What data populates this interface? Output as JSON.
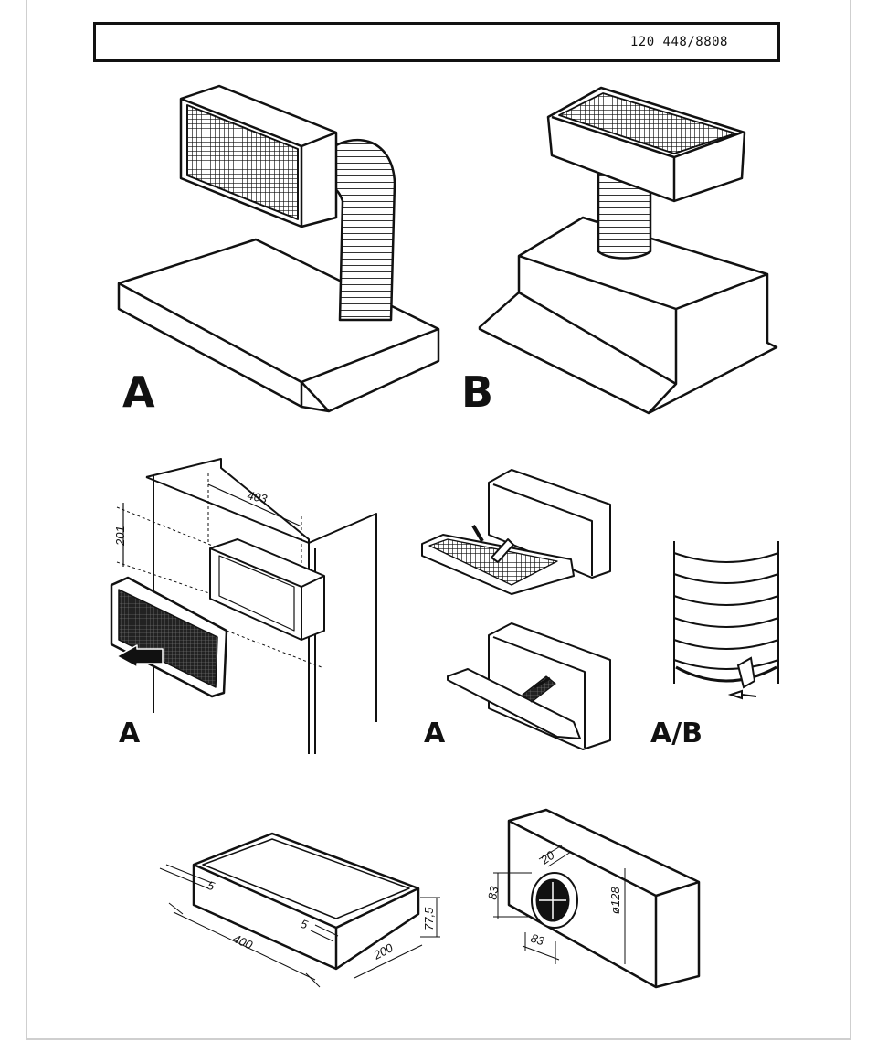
{
  "header": {
    "document_number": "120  448/8808"
  },
  "figures": {
    "top_left_label": "A",
    "top_right_label": "B",
    "mid_left_label": "A",
    "mid_center_label": "A",
    "mid_right_label": "A/B"
  },
  "dimensions": {
    "wall_width": "403",
    "wall_height": "201",
    "filter_margin_left": "5",
    "filter_margin_right": "5",
    "filter_length": "400",
    "filter_width": "200",
    "filter_height": "77,5",
    "outlet_offset_top": "20",
    "outlet_offset_side": "83",
    "outlet_offset_bottom": "83",
    "outlet_diameter": "ø128"
  }
}
